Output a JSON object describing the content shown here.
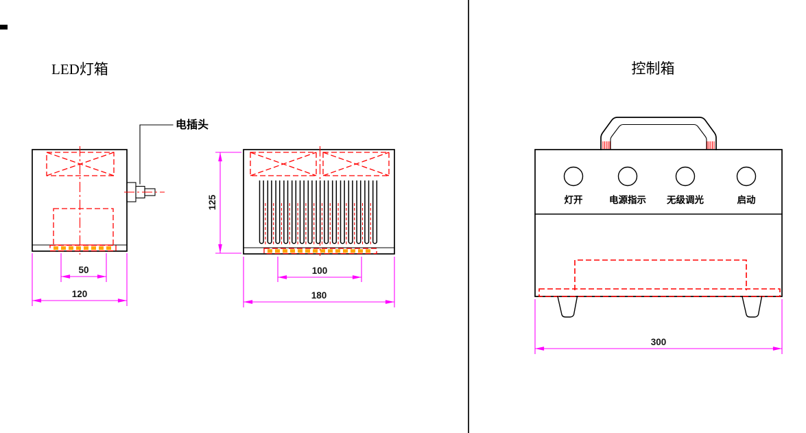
{
  "colors": {
    "outline": "#000000",
    "red": "#ff0000",
    "magenta": "#ff00ff",
    "orange": "#ffa500",
    "background": "#ffffff"
  },
  "led_lightbox": {
    "title": "LED灯箱",
    "plug_label": "电插头",
    "dims": {
      "side_inner": "50",
      "side_outer": "120",
      "front_height": "125",
      "front_inner": "100",
      "front_outer": "180"
    }
  },
  "control_box": {
    "title": "控制箱",
    "controls": [
      "灯开",
      "电源指示",
      "无级调光",
      "启动"
    ],
    "dims": {
      "width": "300"
    }
  }
}
